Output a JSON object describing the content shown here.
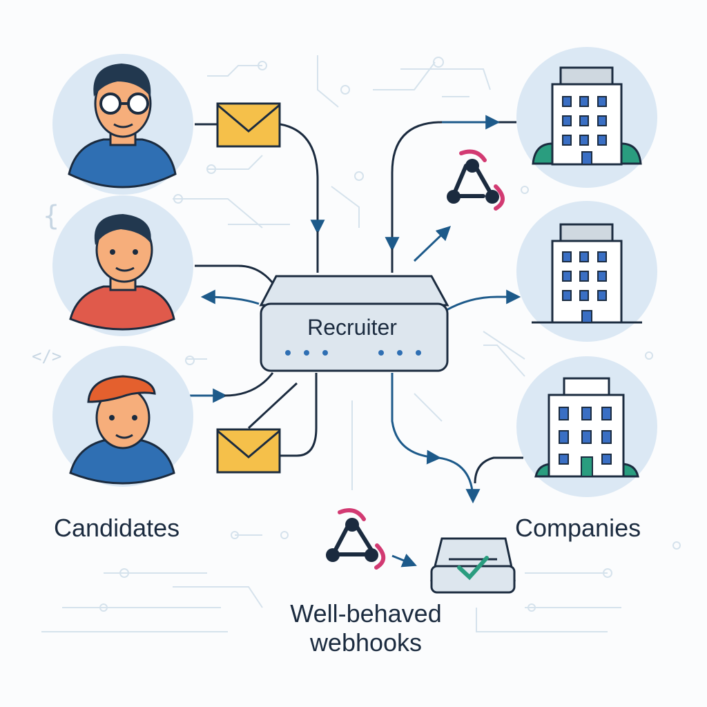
{
  "hub": {
    "label": "Recruiter"
  },
  "groups": {
    "candidates_label": "Candidates",
    "companies_label": "Companies",
    "webhooks_label": "Well-behaved webhooks"
  },
  "decorations": {
    "left_brace": "{",
    "code_tag": "</>"
  },
  "candidates": [
    {
      "name": "candidate-glasses",
      "shirt_color": "#2f6fb3",
      "hair": "#22384f",
      "accessory": "glasses"
    },
    {
      "name": "candidate-red-shirt",
      "shirt_color": "#e05a4b",
      "hair": "#22384f",
      "accessory": "none"
    },
    {
      "name": "candidate-beret",
      "shirt_color": "#2f6fb3",
      "hair": "#22384f",
      "accessory": "beret"
    }
  ],
  "companies": [
    {
      "name": "company-1",
      "base_color": "#2a9d7f"
    },
    {
      "name": "company-2",
      "base_color": "#ffffff"
    },
    {
      "name": "company-3",
      "base_color": "#2a9d7f"
    }
  ],
  "colors": {
    "circle_bg": "#dbe8f4",
    "stroke": "#1b2b3f",
    "arrow": "#1d5a8a",
    "envelope": "#f5c04a",
    "webhook_pink": "#d23a72",
    "window_blue": "#3a6fc4",
    "check_green": "#2a9d7f",
    "skin": "#f6ae7b"
  },
  "icons": [
    "envelope-icon",
    "webhook-icon",
    "inbox-check-icon",
    "building-icon",
    "person-icon"
  ]
}
